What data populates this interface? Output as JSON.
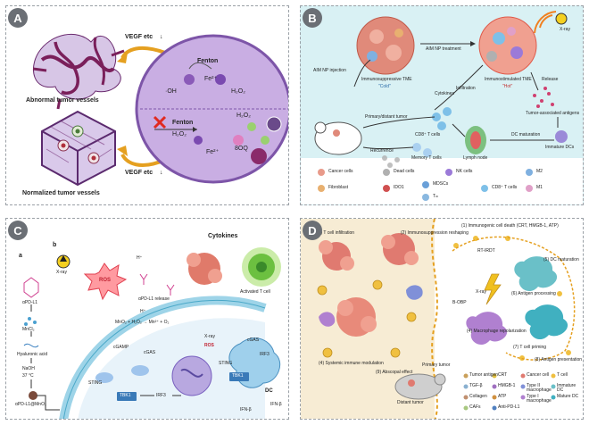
{
  "panels": {
    "a": {
      "letter": "A",
      "vegf_top": "VEGF etc",
      "vegf_bottom": "VEGF etc",
      "abnormal": "Abnormal tumor vessels",
      "normalized": "Normalized tumor vessels",
      "fenton_top": "Fenton",
      "fenton_bottom": "Fenton",
      "oh": "·OH",
      "fe2_top": "Fe²⁺",
      "h2o2_top": "H₂O₂",
      "h2o2_mid": "H₂O₂",
      "h2o2_right": "H₂O₂",
      "fe2_bottom": "Fe²⁺",
      "soq": "8OQ"
    },
    "b": {
      "letter": "B",
      "cold_tme": "Immunosuppressive TME",
      "cold": "\"Cold\"",
      "hot_tme": "Immunostimulated TME",
      "hot": "\"Hot\"",
      "aim_treatment": "AIM NP treatment",
      "aim_injection": "AIM NP injection",
      "xray": "X-ray",
      "cytokines": "Cytokines",
      "release": "Release",
      "taa": "Tumor-associated antigens",
      "immature_dcs": "Immature DCs",
      "dc_maturation": "DC maturation",
      "lymph_node": "Lymph node",
      "memory_t": "Memory T cells",
      "cd8": "CD8⁺ T cells",
      "primary_distant": "Primary/distant tumor",
      "recurrence": "Recurrence",
      "infiltration": "Infiltration",
      "legend": [
        {
          "label": "Cancer cells",
          "color": "#e89a8a"
        },
        {
          "label": "Dead cells",
          "color": "#b0b0b0"
        },
        {
          "label": "NK cells",
          "color": "#9b7ad8"
        },
        {
          "label": "M2",
          "color": "#7fb0e0"
        },
        {
          "label": "Fibroblast",
          "color": "#e8b070"
        },
        {
          "label": "IDO1",
          "color": "#d05050"
        },
        {
          "label": "MDSCs",
          "color": "#6aa0d8"
        },
        {
          "label": "Tₘ",
          "color": "#8ab8e0"
        },
        {
          "label": "CD8⁺ T cells",
          "color": "#7ec0e8"
        },
        {
          "label": "M1",
          "color": "#e0a0c8"
        }
      ]
    },
    "c": {
      "letter": "C",
      "sub_a": "a",
      "sub_b": "b",
      "opdl1": "αPD-L1",
      "mncl2": "MnCl₂",
      "hyaluronic": "Hyaluronic acid",
      "naoh": "NaOH",
      "temp": "37 °C",
      "product": "αPD-L1@MnO₂",
      "xray": "X-ray",
      "ros": "ROS",
      "hplus_top": "H⁺",
      "opdl1_release": "αPD-L1 release",
      "cytokines": "Cytokines",
      "activated_t": "Activated T cell",
      "hplus_mid": "H⁺",
      "reaction": "MnO₂ + H₂O₂ → Mn²⁺ + O₂",
      "xray_mid": "X-ray",
      "ros_mid": "ROS",
      "cgas": "cGAS",
      "cgamp": "cGAMP",
      "sting": "STING",
      "tbk1": "TBK1",
      "irf3": "IRF3",
      "ifnb": "IFN-β",
      "dc": "DC",
      "irf3_right": "IRF3",
      "sting_right": "STING",
      "tbk1_right": "TBK1",
      "cgas_right": "cGAS",
      "ifnb_right": "IFN-β"
    },
    "d": {
      "letter": "D",
      "s3": "(3) T cell infiltration",
      "s2": "(2) Immunosuppression reshaping",
      "s1": "(1) Immunogenic cell death (CRT, HMGB-1, ATP)",
      "rt": "RT-IRDT",
      "xray": "X-ray",
      "bobp": "B-OBP",
      "s5": "(5) DC maturation",
      "s6_ag": "(6) Antigen processing",
      "s4m": "(4) Macrophage repolarization",
      "s7": "(7) T cell priming",
      "s8": "(8) Antigen presentation",
      "s4": "(4) Systemic immune modulation",
      "s9": "(9) Abscopal effect",
      "primary": "Primary tumor",
      "distant": "Distant tumor",
      "legend": [
        {
          "label": "Tumor antigen",
          "color": "#caa05a"
        },
        {
          "label": "CRT",
          "color": "#e0c040"
        },
        {
          "label": "Cancer cell",
          "color": "#e07a70"
        },
        {
          "label": "T cell",
          "color": "#f0c040"
        },
        {
          "label": "TGF-β",
          "color": "#8ab0d0"
        },
        {
          "label": "HMGB-1",
          "color": "#a070c0"
        },
        {
          "label": "Type II macrophage",
          "color": "#8090d8"
        },
        {
          "label": "Immature DC",
          "color": "#6ac0c8"
        },
        {
          "label": "Collagen",
          "color": "#c09070"
        },
        {
          "label": "ATP",
          "color": "#d09040"
        },
        {
          "label": "Type I macrophage",
          "color": "#b080d0"
        },
        {
          "label": "Mature DC",
          "color": "#40b0c0"
        },
        {
          "label": "CAFs",
          "color": "#a8c880"
        },
        {
          "label": "Anti-PD-L1",
          "color": "#5080c0"
        }
      ]
    }
  }
}
